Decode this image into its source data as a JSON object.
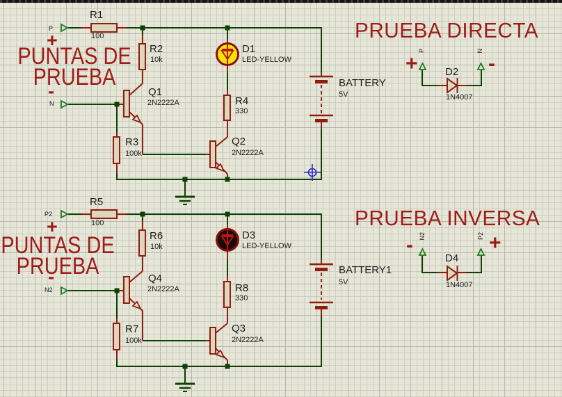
{
  "colors": {
    "background": "#e5e5d8",
    "grid_minor": "#cfcfc0",
    "grid_major": "#b7b7a9",
    "wire_green": "#0c4201",
    "component_red": "#8f1d10",
    "component_fill": "#ddd7be",
    "annotation_red": "#9e1c18",
    "led_on_fill": "#f2e600",
    "led_off_fill": "#150909",
    "terminal_green": "#1f7a1f",
    "cursor_blue": "#2a2ac8",
    "label_dark": "#1d1d1d"
  },
  "annotations": {
    "title_direct": "PRUEBA DIRECTA",
    "title_inverse": "PRUEBA INVERSA",
    "probe_label_line1": "PUNTAS DE",
    "probe_label_line2": "PRUEBA",
    "plus": "+",
    "minus": "-"
  },
  "direct_circuit": {
    "terminal_p": "P",
    "terminal_n": "N",
    "r1": {
      "ref": "R1",
      "value": "100"
    },
    "r2": {
      "ref": "R2",
      "value": "10k"
    },
    "r3": {
      "ref": "R3",
      "value": "100k"
    },
    "r4": {
      "ref": "R4",
      "value": "330"
    },
    "q1": {
      "ref": "Q1",
      "value": "2N2222A"
    },
    "q2": {
      "ref": "Q2",
      "value": "2N2222A"
    },
    "d1": {
      "ref": "D1",
      "value": "LED-YELLOW",
      "state": "on"
    },
    "battery": {
      "ref": "BATTERY",
      "value": "5V"
    }
  },
  "inverse_circuit": {
    "terminal_p": "P2",
    "terminal_n": "N2",
    "r5": {
      "ref": "R5",
      "value": "100"
    },
    "r6": {
      "ref": "R6",
      "value": "10k"
    },
    "r7": {
      "ref": "R7",
      "value": "100k"
    },
    "r8": {
      "ref": "R8",
      "value": "330"
    },
    "q4": {
      "ref": "Q4",
      "value": "2N2222A"
    },
    "q3": {
      "ref": "Q3",
      "value": "2N2222A"
    },
    "d3": {
      "ref": "D3",
      "value": "LED-YELLOW",
      "state": "off"
    },
    "battery": {
      "ref": "BATTERY1",
      "value": "5V"
    }
  },
  "diode_direct": {
    "ref": "D2",
    "value": "1N4007",
    "terminal_left": "P",
    "terminal_right": "N",
    "sign_left": "+",
    "sign_right": "-"
  },
  "diode_inverse": {
    "ref": "D4",
    "value": "1N4007",
    "terminal_left": "N2",
    "terminal_right": "P2",
    "sign_left": "-",
    "sign_right": "+"
  }
}
